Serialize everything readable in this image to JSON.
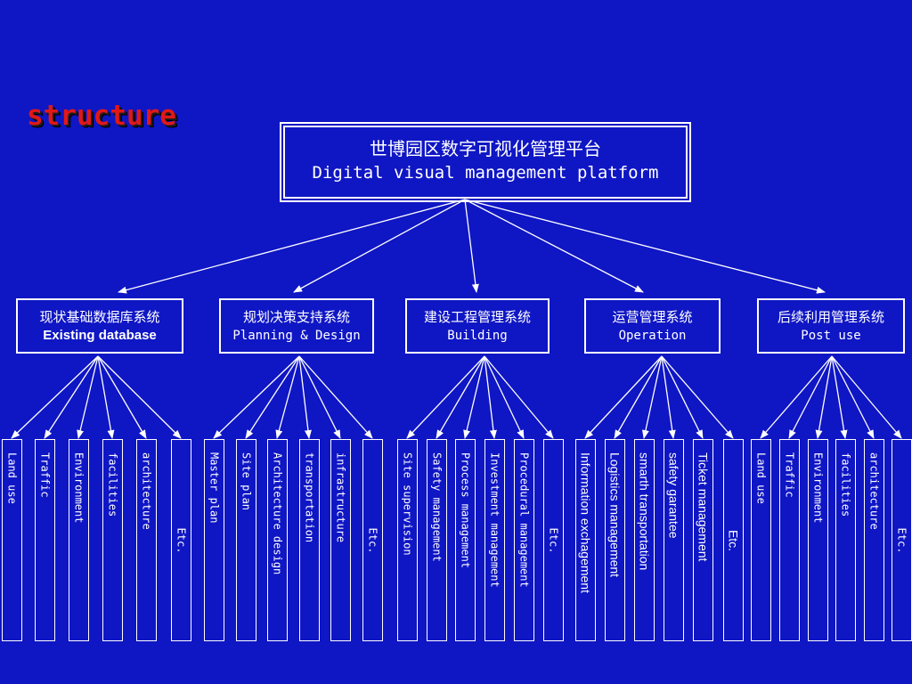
{
  "title": "structure",
  "root": {
    "zh": "世博园区数字可视化管理平台",
    "en": "Digital visual management platform"
  },
  "systems": [
    {
      "zh": "现状基础数据库系统",
      "en": "Existing database"
    },
    {
      "zh": "规划决策支持系统",
      "en": "Planning & Design"
    },
    {
      "zh": "建设工程管理系统",
      "en": "Building"
    },
    {
      "zh": "运营管理系统",
      "en": "Operation"
    },
    {
      "zh": "后续利用管理系统",
      "en": "Post use"
    }
  ],
  "leaves": [
    [
      "Land use",
      "Traffic",
      "Environment",
      "facilities",
      "architecture",
      "Etc."
    ],
    [
      "Master plan",
      "Site plan",
      "Architecture design",
      "transportation",
      "infrastructure",
      "Etc."
    ],
    [
      "Site supervision",
      "Safety management",
      "Process management",
      "Investment management",
      "Procedural management",
      "Etc."
    ],
    [
      "Information exchagement",
      "Logistics management",
      "smarth transportation",
      "safety garantee",
      "Ticket management",
      "Etc."
    ],
    [
      "Land use",
      "Traffic",
      "Environment",
      "facilities",
      "architecture",
      "Etc."
    ]
  ],
  "colors": {
    "background": "#0f16c4",
    "line": "#ffffff",
    "title": "#e01818"
  }
}
